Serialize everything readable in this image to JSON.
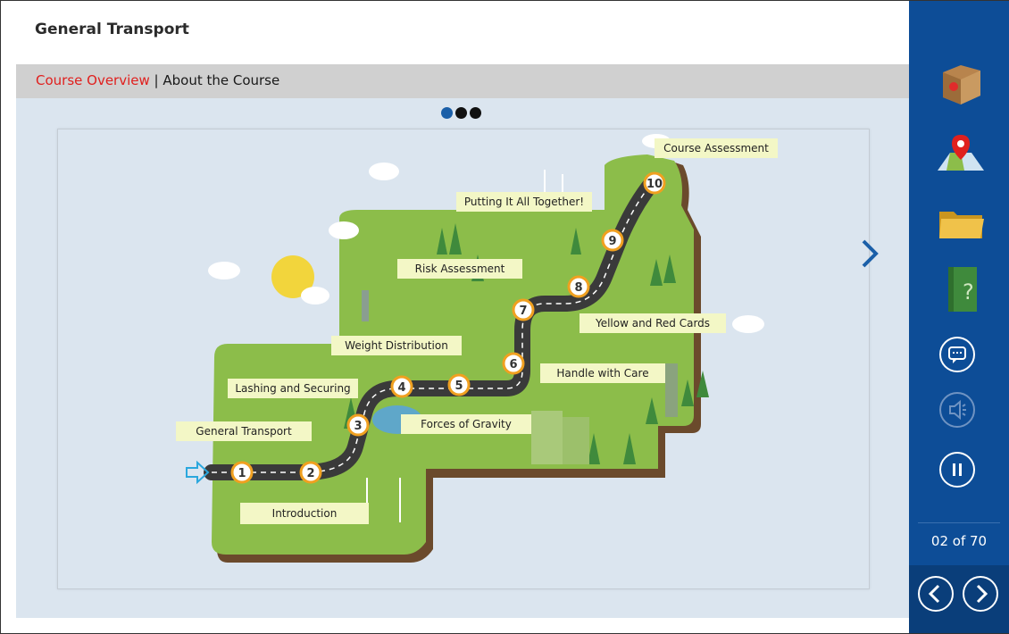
{
  "header": {
    "title": "General Transport"
  },
  "breadcrumb": {
    "current": "Course Overview",
    "separator": " | ",
    "section": "About the Course"
  },
  "pager_dots": {
    "count": 3,
    "active_index": 0
  },
  "map": {
    "steps": [
      {
        "number": "1",
        "label": "Introduction"
      },
      {
        "number": "2",
        "label": "General Transport"
      },
      {
        "number": "3",
        "label": "Lashing and Securing"
      },
      {
        "number": "4",
        "label": "Forces of Gravity"
      },
      {
        "number": "5",
        "label": "Weight Distribution"
      },
      {
        "number": "6",
        "label": "Handle with Care"
      },
      {
        "number": "7",
        "label": "Risk Assessment"
      },
      {
        "number": "8",
        "label": "Yellow and Red Cards"
      },
      {
        "number": "9",
        "label": "Putting It All Together!"
      },
      {
        "number": "10",
        "label": "Course Assessment"
      }
    ]
  },
  "sidebar": {
    "icons": [
      "box-icon",
      "map-icon",
      "folder-icon",
      "help-book-icon",
      "transcript-icon",
      "audio-icon",
      "pause-icon"
    ],
    "page_counter": "02 of 70"
  },
  "colors": {
    "sidebar": "#0d4d97",
    "accent_red": "#e0201e",
    "land_green": "#8cbd4a",
    "road": "#3a3a3a",
    "label_bg": "#f3f7c6",
    "marker_ring": "#f0a020"
  }
}
